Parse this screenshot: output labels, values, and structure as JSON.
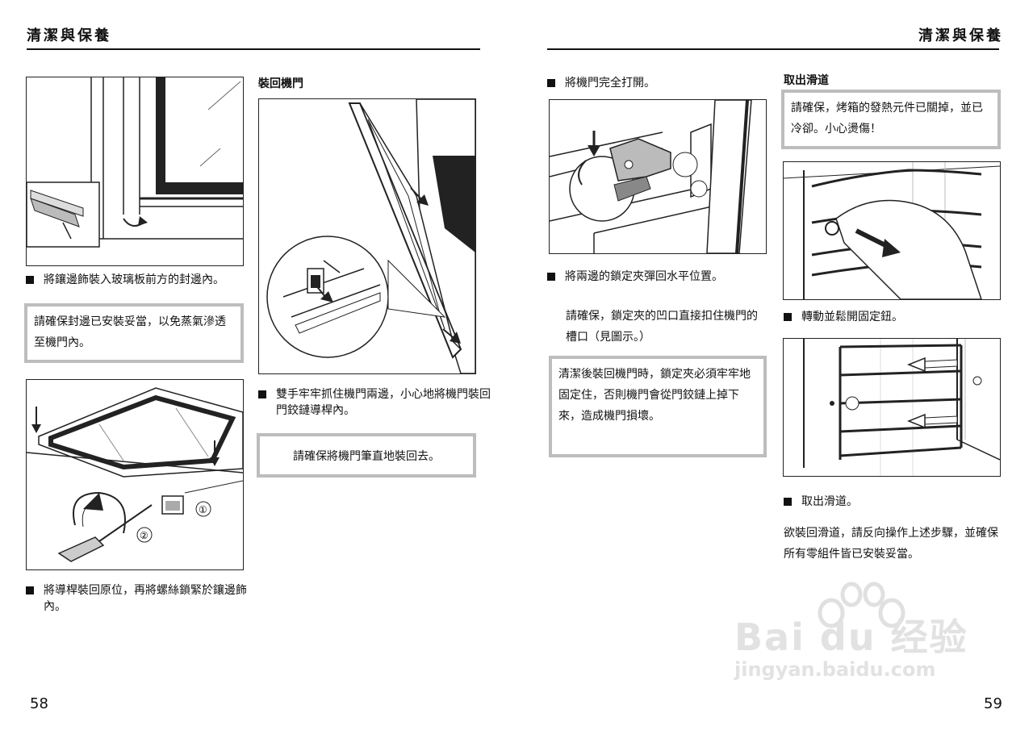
{
  "left_page": {
    "header": "清潔與保養",
    "page_number": "58",
    "col1": {
      "bullet1": "將鑲邊飾裝入玻璃板前方的封邊內。",
      "note1": "請確保封邊已安裝妥當，以免蒸氣滲透至機門內。",
      "fig2_labels": [
        "①",
        "②"
      ],
      "bullet2": "將導桿裝回原位，再將螺絲鎖緊於鑲邊飾內。"
    },
    "col2": {
      "subhead": "裝回機門",
      "bullet1": "雙手牢牢抓住機門兩邊，小心地將機門裝回門鉸鏈導桿內。",
      "note1": "請確保將機門筆直地裝回去。"
    }
  },
  "right_page": {
    "header": "清潔與保養",
    "page_number": "59",
    "col1": {
      "bullet1": "將機門完全打開。",
      "bullet2": "將兩邊的鎖定夾彈回水平位置。",
      "para1": "請確保，鎖定夾的凹口直接扣住機門的槽口（見圖示。）",
      "note1": "清潔後裝回機門時，鎖定夾必須牢牢地固定住，否則機門會從門鉸鏈上掉下來，造成機門損壞。"
    },
    "col2": {
      "subhead": "取出滑道",
      "note1": "請確保，烤箱的發熱元件已關掉，並已冷卻。小心燙傷！",
      "bullet1": "轉動並鬆開固定鈕。",
      "bullet2": "取出滑道。",
      "para1": "欲裝回滑道，請反向操作上述步驟，並確保所有零組件皆已安裝妥當。"
    }
  },
  "watermark": {
    "logo": "Bai du 经验",
    "url": "jingyan.baidu.com"
  }
}
